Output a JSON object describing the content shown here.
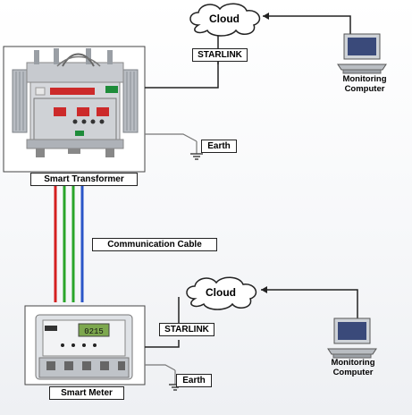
{
  "labels": {
    "cloud_top": "Cloud",
    "cloud_bottom": "Cloud",
    "monitoring_top_line1": "Monitoring",
    "monitoring_top_line2": "Computer",
    "monitoring_bottom_line1": "Monitoring",
    "monitoring_bottom_line2": "Computer",
    "starlink_top": "STARLINK",
    "starlink_bottom": "STARLINK",
    "earth_top": "Earth",
    "earth_bottom": "Earth",
    "smart_transformer": "Smart Transformer",
    "communication_cable": "Communication Cable",
    "smart_meter": "Smart Meter",
    "meter_display": "0215"
  },
  "colors": {
    "wire_red": "#d42020",
    "wire_green": "#2aa52a",
    "wire_blue": "#2a55c8",
    "transformer_body": "#c9ccd0",
    "panel_red": "#cc2a2a",
    "panel_green": "#1e8c3a"
  }
}
